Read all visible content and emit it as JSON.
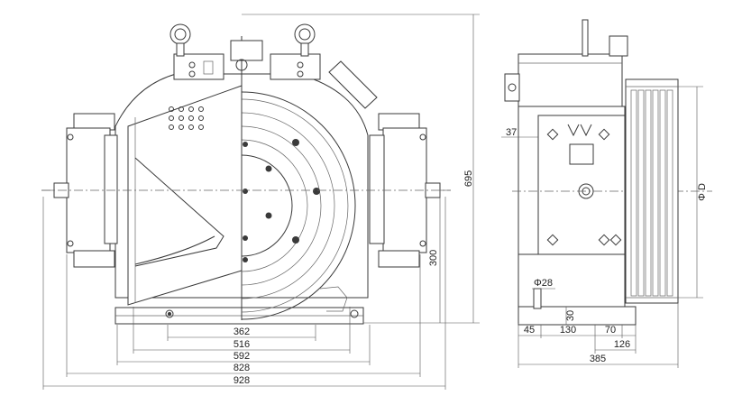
{
  "dims": {
    "front_362": "362",
    "front_516": "516",
    "front_592": "592",
    "front_828": "828",
    "front_928": "928",
    "height_695": "695",
    "height_300": "300",
    "side_37": "37",
    "side_phi28": "Φ28",
    "side_30": "30",
    "side_45": "45",
    "side_130": "130",
    "side_70": "70",
    "side_126": "126",
    "side_385": "385",
    "side_phiD": "Φ D"
  }
}
